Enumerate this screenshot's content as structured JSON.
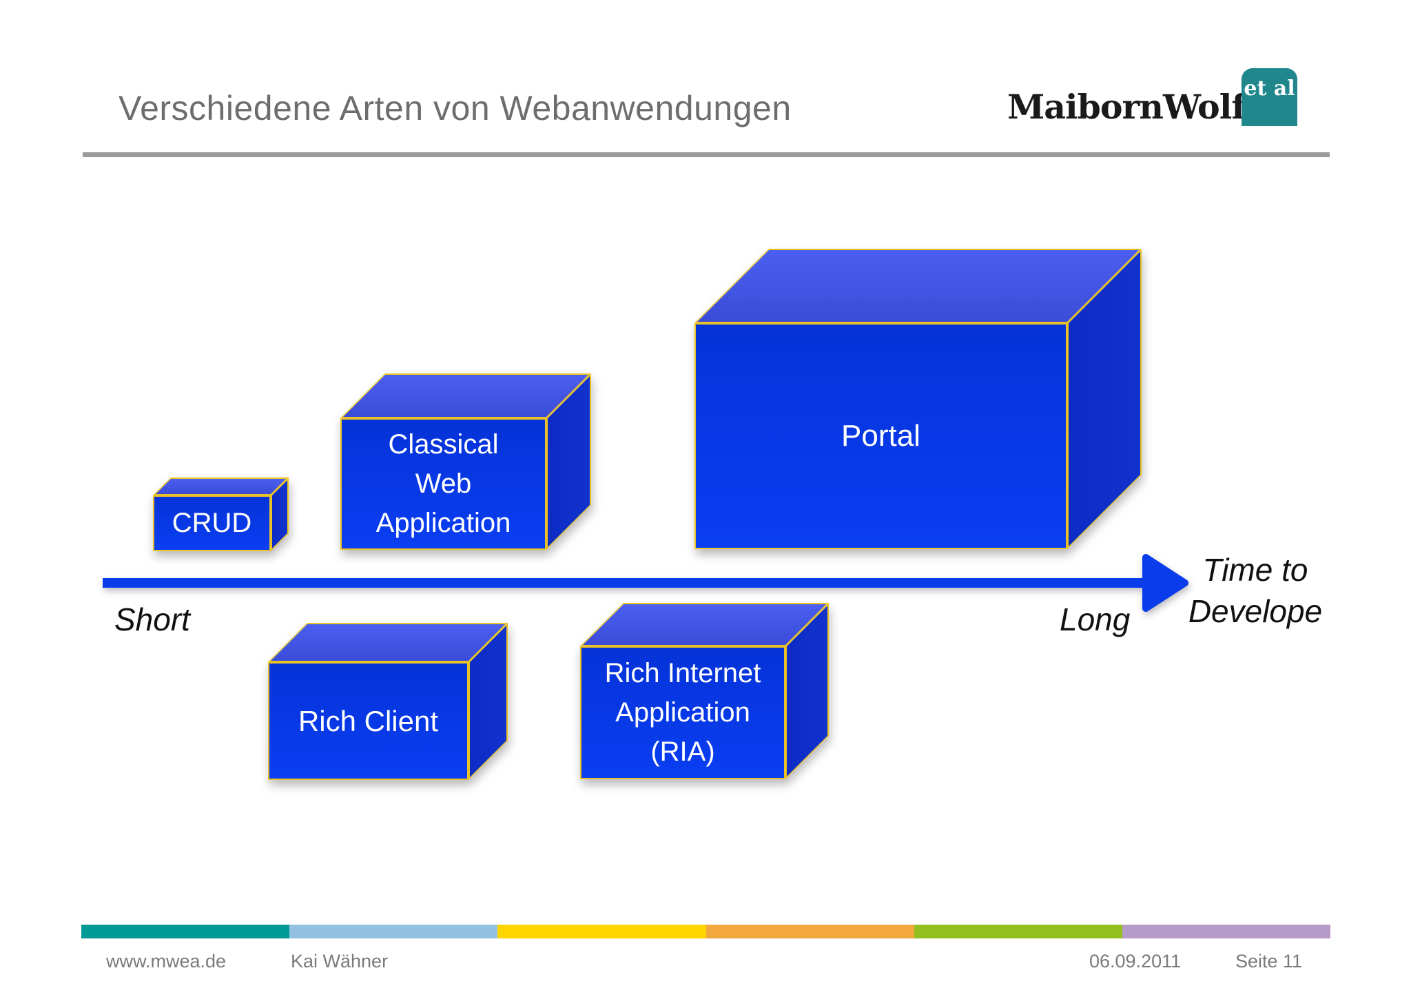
{
  "slide": {
    "title": "Verschiedene Arten von Webanwendungen",
    "logo": {
      "name": "MaibornWolff",
      "badge": "et al"
    }
  },
  "diagram": {
    "boxes": [
      {
        "id": "crud",
        "lines": [
          "CRUD"
        ]
      },
      {
        "id": "classical-web-application",
        "lines": [
          "Classical",
          "Web",
          "Application"
        ]
      },
      {
        "id": "portal",
        "lines": [
          "Portal"
        ]
      },
      {
        "id": "rich-client",
        "lines": [
          "Rich Client"
        ]
      },
      {
        "id": "rich-internet-application",
        "lines": [
          "Rich Internet",
          "Application",
          "(RIA)"
        ]
      }
    ],
    "axis": {
      "start_label": "Short",
      "end_label": "Long",
      "title_line1": "Time to",
      "title_line2": "Develope"
    }
  },
  "footer": {
    "website": "www.mwea.de",
    "author": "Kai Wähner",
    "date": "06.09.2011",
    "page": "Seite 11",
    "stripe_colors": [
      "#009a96",
      "#93c1e4",
      "#ffd500",
      "#f2a83e",
      "#93c01f",
      "#b69ac8"
    ]
  },
  "colors": {
    "box_front": "#0737e6",
    "box_top": "#4253e2",
    "box_right": "#0e2dc7",
    "box_edge": "#e9c226",
    "arrow": "#0a3cec",
    "title_gray": "#6d6d6d",
    "logo_teal": "#20878d"
  }
}
